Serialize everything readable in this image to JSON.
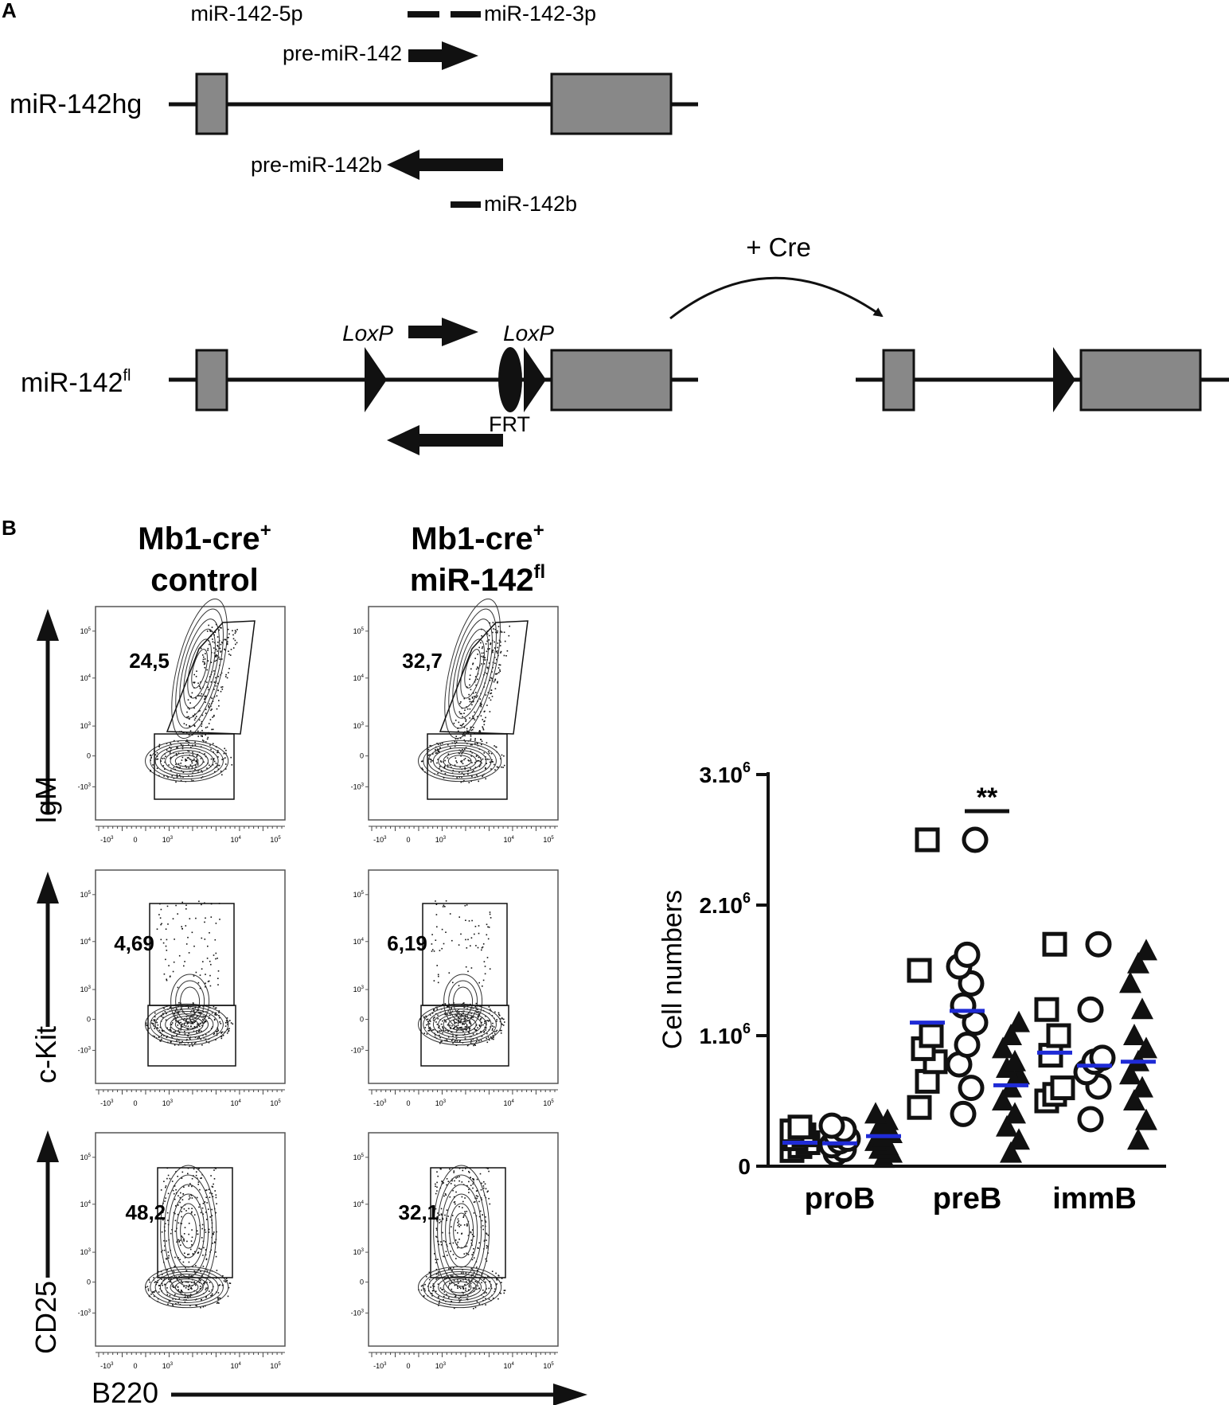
{
  "panelA": {
    "label": "A",
    "hg_label": "miR-142hg",
    "mir5p": "miR-142-5p",
    "mir3p": "miR-142-3p",
    "pre142": "pre-miR-142",
    "pre142b": "pre-miR-142b",
    "mir142b": "miR-142b",
    "cre": "+ Cre",
    "fl_label": "miR-142",
    "fl_sup": "fl",
    "loxp1": "LoxP",
    "loxp2": "LoxP",
    "frt": "FRT"
  },
  "panelB": {
    "label": "B",
    "col1_line1": "Mb1-cre",
    "col1_sup": "+",
    "col1_line2": "control",
    "col2_line1": "Mb1-cre",
    "col2_sup": "+",
    "col2_line2": "miR-142",
    "col2_sup2": "fl",
    "row_labels": [
      "IgM",
      "c-Kit",
      "CD25"
    ],
    "x_label": "B220",
    "gate_values": [
      [
        "24,5",
        "32,7"
      ],
      [
        "4,69",
        "6,19"
      ],
      [
        "48,2",
        "32,1"
      ]
    ],
    "y_ticks": [
      "10",
      "10",
      "10",
      "0",
      "-10"
    ],
    "y_tick_sups": [
      "5",
      "4",
      "3",
      "",
      "3"
    ],
    "x_ticks": [
      "-10",
      "0",
      "10",
      "10",
      "10"
    ],
    "x_tick_sups": [
      "3",
      "",
      "3",
      "4",
      "5"
    ]
  },
  "chart_data": {
    "type": "scatter",
    "ylabel": "Cell numbers",
    "ylim": [
      0,
      3000000
    ],
    "y_tick_labels": [
      {
        "base": "0",
        "sup": ""
      },
      {
        "base": "1.10",
        "sup": "6"
      },
      {
        "base": "2.10",
        "sup": "6"
      },
      {
        "base": "3.10",
        "sup": "6"
      }
    ],
    "categories": [
      "proB",
      "preB",
      "immB"
    ],
    "significance": "**",
    "mean_color": "#1f2bd6",
    "series": [
      {
        "marker": "square",
        "values": [
          [
            120000,
            150000,
            180000,
            210000,
            240000,
            270000,
            300000
          ],
          [
            450000,
            650000,
            800000,
            900000,
            1000000,
            1500000,
            2500000
          ],
          [
            500000,
            550000,
            600000,
            850000,
            1000000,
            1200000,
            1700000
          ]
        ],
        "means": [
          180000,
          1100000,
          870000
        ]
      },
      {
        "marker": "circle",
        "values": [
          [
            100000,
            130000,
            160000,
            190000,
            210000,
            240000,
            280000,
            310000
          ],
          [
            400000,
            600000,
            780000,
            930000,
            1100000,
            1230000,
            1400000,
            1530000,
            1620000,
            2500000
          ],
          [
            360000,
            610000,
            720000,
            800000,
            830000,
            1200000,
            1700000
          ]
        ],
        "means": [
          175000,
          1190000,
          770000
        ]
      },
      {
        "marker": "triangle",
        "values": [
          [
            60000,
            100000,
            130000,
            160000,
            190000,
            220000,
            250000,
            300000,
            350000,
            400000
          ],
          [
            100000,
            200000,
            300000,
            400000,
            500000,
            600000,
            700000,
            750000,
            800000,
            900000,
            1000000,
            1100000
          ],
          [
            200000,
            350000,
            500000,
            600000,
            700000,
            800000,
            900000,
            1000000,
            1200000,
            1400000,
            1550000,
            1650000
          ]
        ],
        "means": [
          230000,
          620000,
          800000
        ]
      }
    ]
  }
}
